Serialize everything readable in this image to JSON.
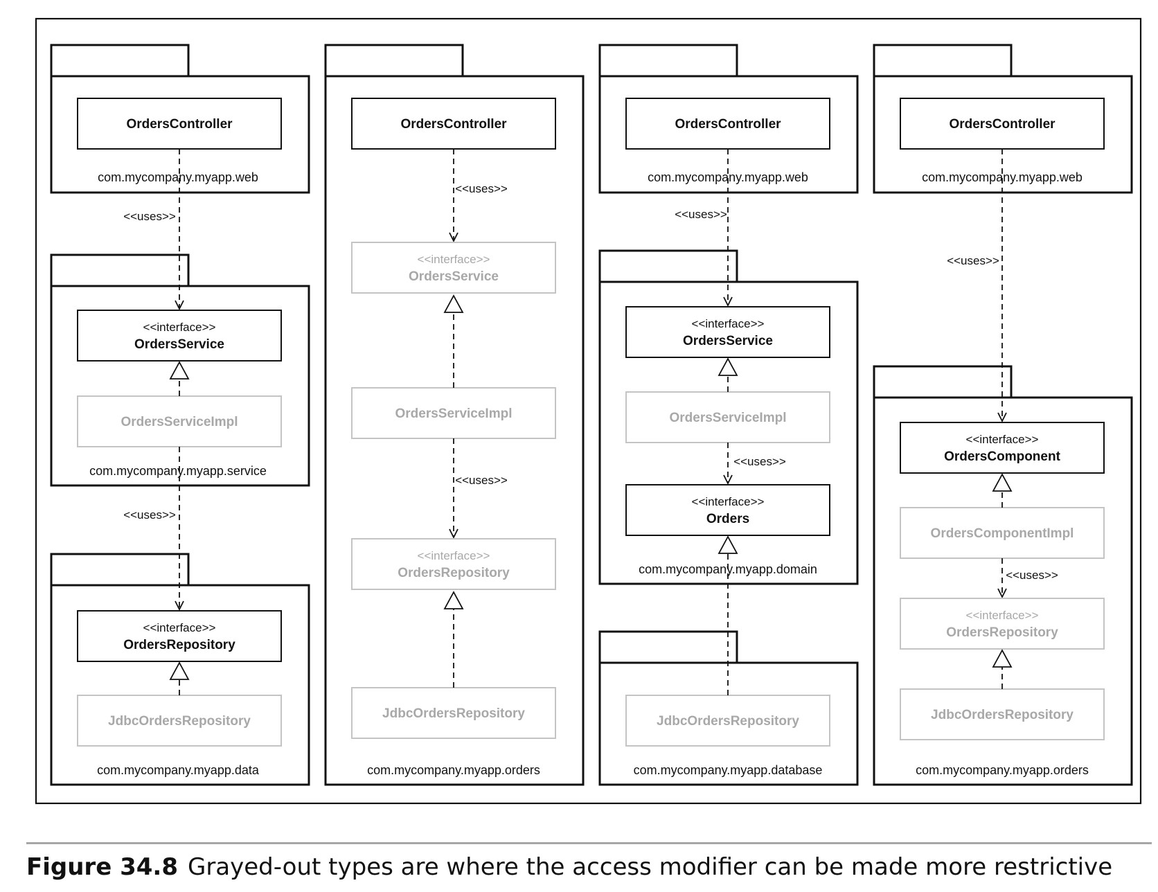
{
  "labels": {
    "uses": "<<uses>>",
    "interface": "<<interface>>"
  },
  "columns": [
    {
      "packages": [
        {
          "name": "com.mycompany.myapp.web"
        },
        {
          "name": "com.mycompany.myapp.service"
        },
        {
          "name": "com.mycompany.myapp.data"
        }
      ],
      "classes": [
        {
          "name": "OrdersController",
          "stereotype": "",
          "grayed": false
        },
        {
          "name": "OrdersService",
          "stereotype": "<<interface>>",
          "grayed": false
        },
        {
          "name": "OrdersServiceImpl",
          "stereotype": "",
          "grayed": true
        },
        {
          "name": "OrdersRepository",
          "stereotype": "<<interface>>",
          "grayed": false
        },
        {
          "name": "JdbcOrdersRepository",
          "stereotype": "",
          "grayed": true
        }
      ]
    },
    {
      "packages": [
        {
          "name": "com.mycompany.myapp.orders"
        }
      ],
      "classes": [
        {
          "name": "OrdersController",
          "stereotype": "",
          "grayed": false
        },
        {
          "name": "OrdersService",
          "stereotype": "<<interface>>",
          "grayed": true
        },
        {
          "name": "OrdersServiceImpl",
          "stereotype": "",
          "grayed": true
        },
        {
          "name": "OrdersRepository",
          "stereotype": "<<interface>>",
          "grayed": true
        },
        {
          "name": "JdbcOrdersRepository",
          "stereotype": "",
          "grayed": true
        }
      ]
    },
    {
      "packages": [
        {
          "name": "com.mycompany.myapp.web"
        },
        {
          "name": "com.mycompany.myapp.domain"
        },
        {
          "name": "com.mycompany.myapp.database"
        }
      ],
      "classes": [
        {
          "name": "OrdersController",
          "stereotype": "",
          "grayed": false
        },
        {
          "name": "OrdersService",
          "stereotype": "<<interface>>",
          "grayed": false
        },
        {
          "name": "OrdersServiceImpl",
          "stereotype": "",
          "grayed": true
        },
        {
          "name": "Orders",
          "stereotype": "<<interface>>",
          "grayed": false
        },
        {
          "name": "JdbcOrdersRepository",
          "stereotype": "",
          "grayed": true
        }
      ]
    },
    {
      "packages": [
        {
          "name": "com.mycompany.myapp.web"
        },
        {
          "name": "com.mycompany.myapp.orders"
        }
      ],
      "classes": [
        {
          "name": "OrdersController",
          "stereotype": "",
          "grayed": false
        },
        {
          "name": "OrdersComponent",
          "stereotype": "<<interface>>",
          "grayed": false
        },
        {
          "name": "OrdersComponentImpl",
          "stereotype": "",
          "grayed": true
        },
        {
          "name": "OrdersRepository",
          "stereotype": "<<interface>>",
          "grayed": true
        },
        {
          "name": "JdbcOrdersRepository",
          "stereotype": "",
          "grayed": true
        }
      ]
    }
  ],
  "caption": {
    "label": "Figure 34.8",
    "text": "Grayed-out types are where the access modifier can be made more restrictive"
  }
}
